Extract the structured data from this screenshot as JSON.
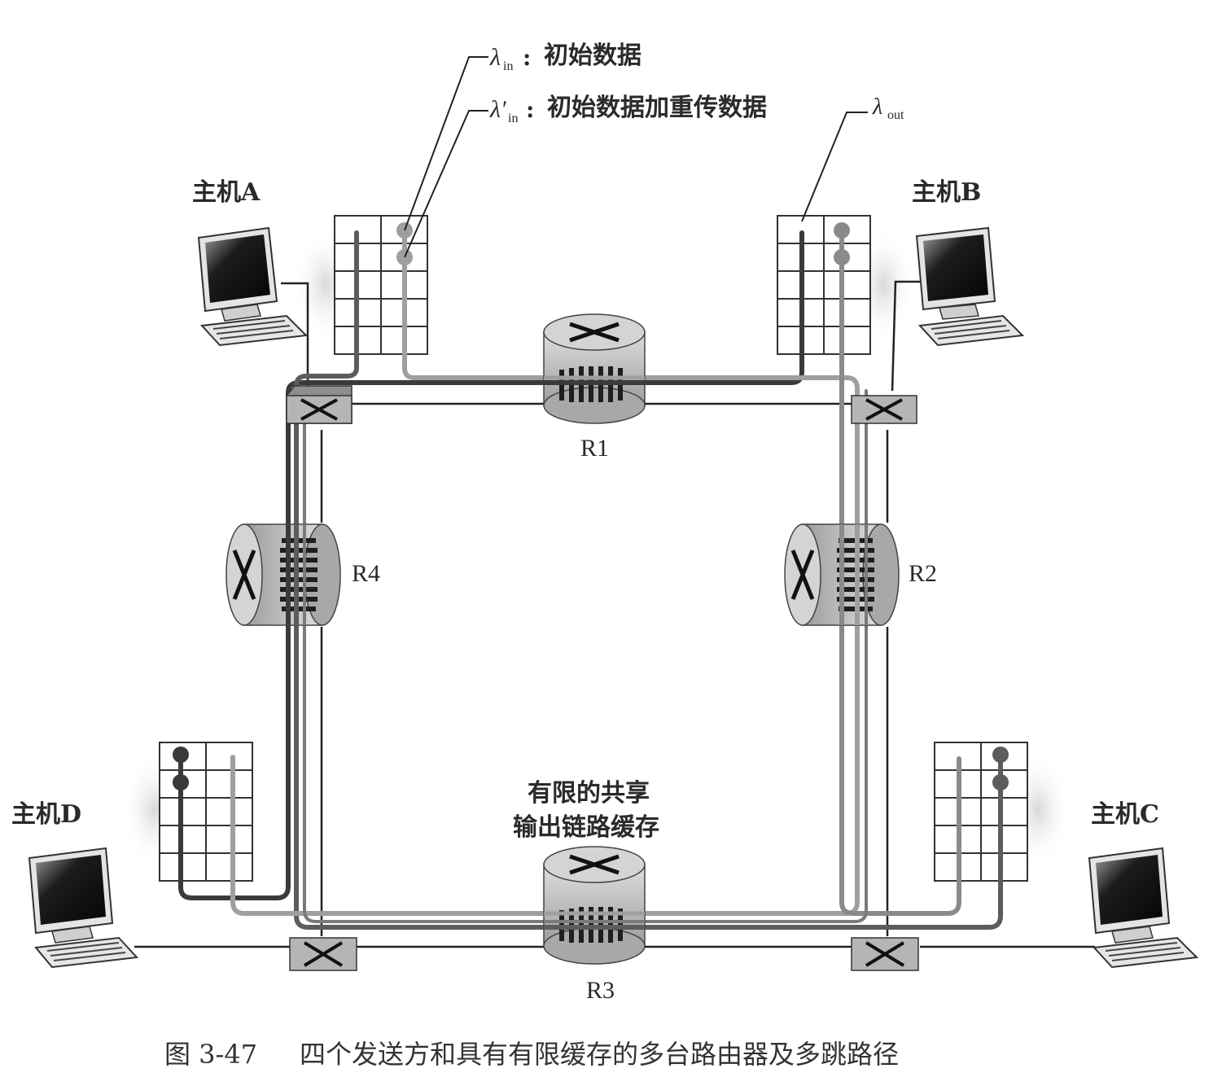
{
  "annotations": {
    "lambda_in": {
      "symbol": "λ",
      "sub": "in",
      "text": "初始数据"
    },
    "lambda_in_prime": {
      "symbol": "λ′",
      "sub": "in",
      "text": "初始数据加重传数据"
    },
    "lambda_out": {
      "symbol": "λ",
      "sub": "out"
    }
  },
  "hosts": {
    "a": "主机A",
    "b": "主机B",
    "c": "主机C",
    "d": "主机D"
  },
  "routers": {
    "r1": "R1",
    "r2": "R2",
    "r3": "R3",
    "r4": "R4"
  },
  "buffer_note": {
    "line1": "有限的共享",
    "line2": "输出链路缓存"
  },
  "caption": {
    "number": "图 3-47",
    "text": "四个发送方和具有有限缓存的多台路由器及多跳路径"
  },
  "colors": {
    "dark_path": "#3a3a3a",
    "mid_path": "#6f6f6f",
    "light_path": "#a9a9a9",
    "router_fill": "#c9c9c9",
    "line": "#222222"
  }
}
